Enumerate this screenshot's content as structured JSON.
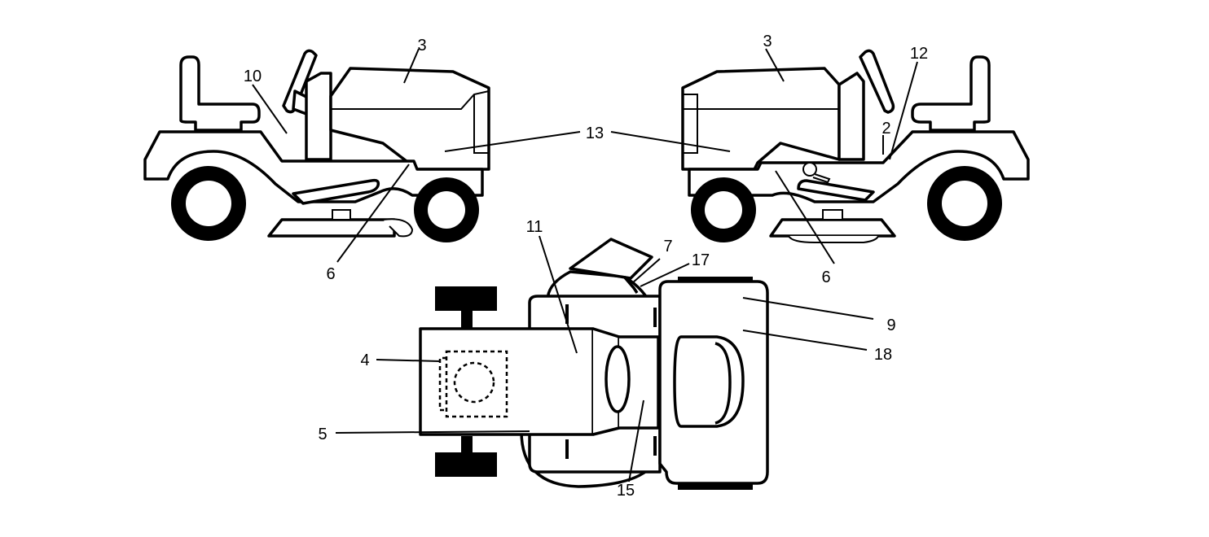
{
  "colors": {
    "ink": "#000000",
    "paper": "#ffffff"
  },
  "labels": {
    "left_hood": "3",
    "left_rear": "10",
    "left_side_decal": "6",
    "center_decal": "13",
    "right_hood": "3",
    "right_fender": "12",
    "right_pedal": "2",
    "right_side_decal": "6",
    "top_11": "11",
    "top_7": "7",
    "top_17": "17",
    "top_9": "9",
    "top_18": "18",
    "top_4": "4",
    "top_5": "5",
    "top_15": "15"
  }
}
